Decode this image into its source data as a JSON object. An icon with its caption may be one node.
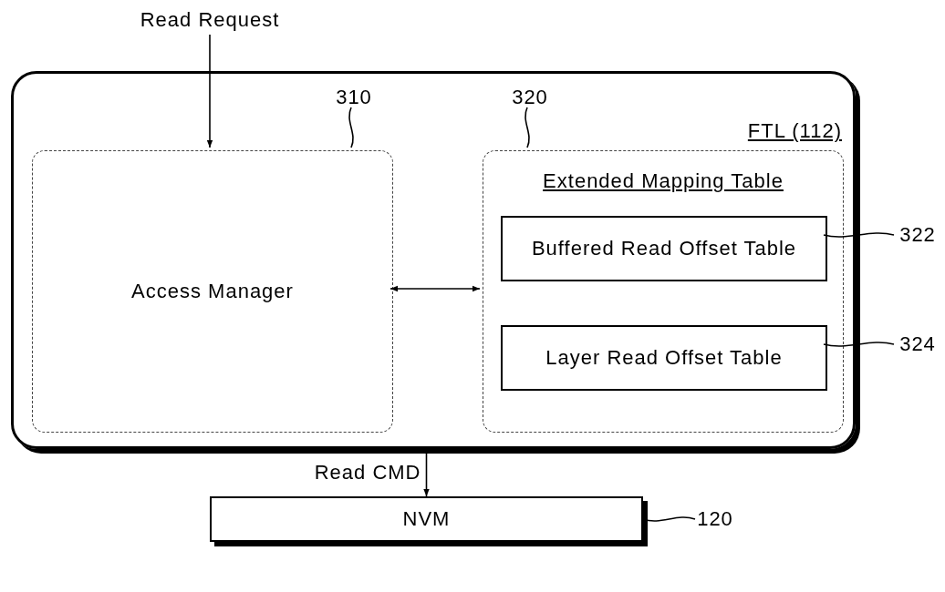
{
  "diagram": {
    "nodes": [
      {
        "text": [
          "Read Request"
        ]
      },
      {
        "text": [
          "FTL (112)"
        ]
      },
      {
        "text": [
          "310"
        ],
        "in": 1
      },
      {
        "text": [
          "Access Manager"
        ],
        "in": 1
      },
      {
        "text": [
          "320"
        ],
        "in": 1
      },
      {
        "text": [
          "Extended Mapping Table"
        ],
        "in": 1
      },
      {
        "text": [
          "Buffered Read Offset Table"
        ],
        "in": 5
      },
      {
        "text": [
          "Layer Read Offset Table"
        ],
        "in": 5
      },
      {
        "text": [
          "322"
        ]
      },
      {
        "text": [
          "324"
        ]
      },
      {
        "text": [
          "NVM"
        ]
      },
      {
        "text": [
          "120"
        ]
      }
    ],
    "edges": [
      {
        "from": 0,
        "to": 3,
        "arrow": "to"
      },
      {
        "from": 3,
        "to": 5,
        "arrow": "both"
      },
      {
        "from": 1,
        "to": 10,
        "arrow": "to",
        "label": "Read CMD"
      },
      {
        "from": 2,
        "to": 3,
        "arrow": "none"
      },
      {
        "from": 4,
        "to": 5,
        "arrow": "none"
      },
      {
        "from": 8,
        "to": 6,
        "arrow": "none"
      },
      {
        "from": 9,
        "to": 7,
        "arrow": "none"
      },
      {
        "from": 11,
        "to": 10,
        "arrow": "none"
      }
    ]
  }
}
